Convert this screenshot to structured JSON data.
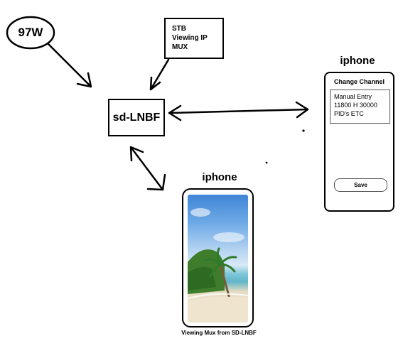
{
  "source_node": {
    "label": "97W"
  },
  "stb_box": {
    "lines": [
      "STB",
      "Viewing IP",
      "MUX"
    ]
  },
  "lnbf_box": {
    "label": "sd-LNBF"
  },
  "phone_right": {
    "title": "iphone",
    "screen_title": "Change Channel",
    "entry_lines": [
      "Manual Entry",
      "11800 H 30000",
      "PID's ETC"
    ],
    "save_label": "Save"
  },
  "phone_bottom": {
    "title": "iphone",
    "caption": "Viewing Mux from SD-LNBF"
  }
}
